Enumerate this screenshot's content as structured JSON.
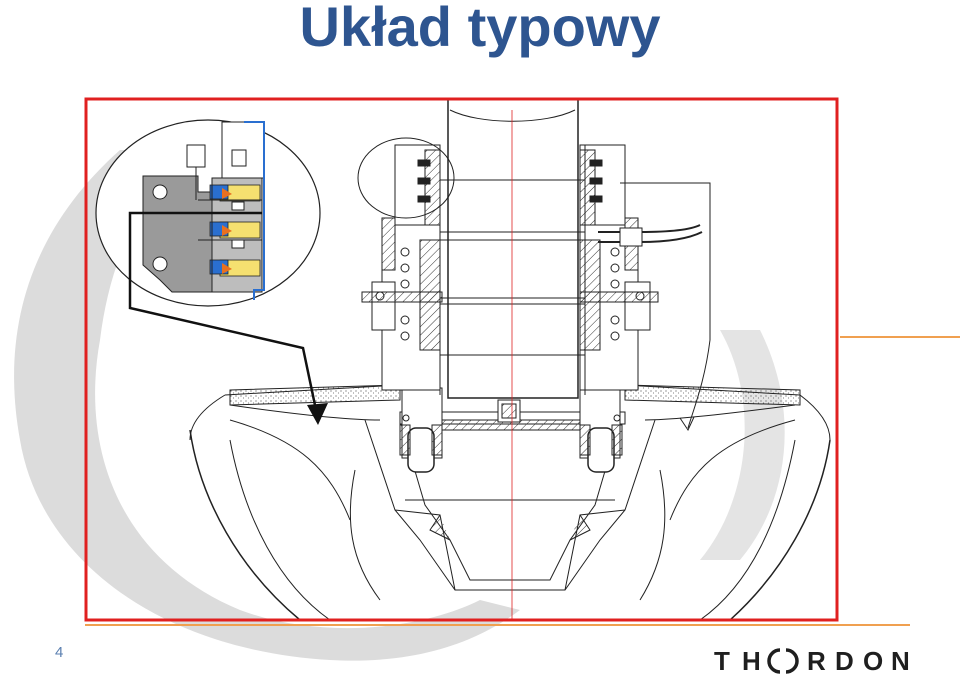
{
  "slide": {
    "title": "Układ typowy",
    "page_number": "4"
  },
  "logo": {
    "text": "THORDON"
  },
  "colors": {
    "title": "#2e5590",
    "frame": "#e02020",
    "accent_line": "#f0a050",
    "seal_blue": "#2a6fd0",
    "seal_yellow": "#f5e070",
    "seal_orange": "#e87020",
    "background_swoosh": "#d8d8d8"
  }
}
